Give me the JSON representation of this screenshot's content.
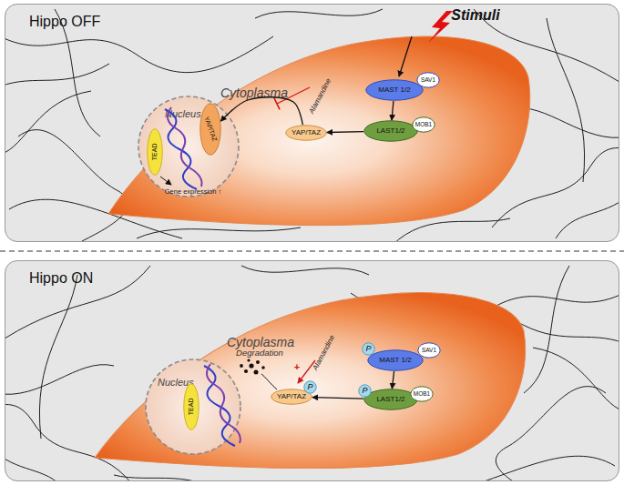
{
  "diagram": {
    "nodes": [
      {
        "text": [
          "Hippo OFF"
        ]
      },
      {
        "text": [
          "Cytoplasma"
        ],
        "in": 0
      },
      {
        "text": [
          "Nucleus"
        ],
        "in": 1
      },
      {
        "text": [
          "YAP/TAZ"
        ],
        "in": 2
      },
      {
        "text": [
          "TEAD"
        ],
        "in": 2
      },
      {
        "text": [
          "MAST 1/2"
        ],
        "in": 1
      },
      {
        "text": [
          "SAV1"
        ],
        "in": 1
      },
      {
        "text": [
          "LAST1/2"
        ],
        "in": 1
      },
      {
        "text": [
          "MOB1"
        ],
        "in": 1
      },
      {
        "text": [
          "YAP/TAZ"
        ],
        "in": 1
      },
      {
        "text": [
          "Hippo ON"
        ]
      },
      {
        "text": [
          "Cytoplasma"
        ],
        "in": 10
      },
      {
        "text": [
          "Nucleus"
        ],
        "in": 11
      },
      {
        "text": [
          "TEAD"
        ],
        "in": 12
      },
      {
        "text": [
          "P"
        ],
        "in": 11
      },
      {
        "text": [
          "MAST 1/2"
        ],
        "in": 11
      },
      {
        "text": [
          "SAV1"
        ],
        "in": 11
      },
      {
        "text": [
          "P"
        ],
        "in": 11
      },
      {
        "text": [
          "LAST1/2"
        ],
        "in": 11
      },
      {
        "text": [
          "MOB1"
        ],
        "in": 11
      },
      {
        "text": [
          "YAP/TAZ"
        ],
        "in": 11
      },
      {
        "text": [
          "P"
        ],
        "in": 11
      }
    ],
    "edges": [
      {
        "from": 5,
        "to": 7,
        "arrow": "to"
      },
      {
        "from": 7,
        "to": 9,
        "arrow": "to"
      },
      {
        "from": 9,
        "to": 3,
        "arrow": "to"
      },
      {
        "from": 15,
        "to": 18,
        "arrow": "to"
      },
      {
        "from": 18,
        "to": 20,
        "arrow": "to"
      }
    ],
    "labels": [
      "Stimuli",
      "Alamandine",
      "Gene expression ↑",
      "Degradation",
      "Alamandine",
      "+"
    ]
  }
}
